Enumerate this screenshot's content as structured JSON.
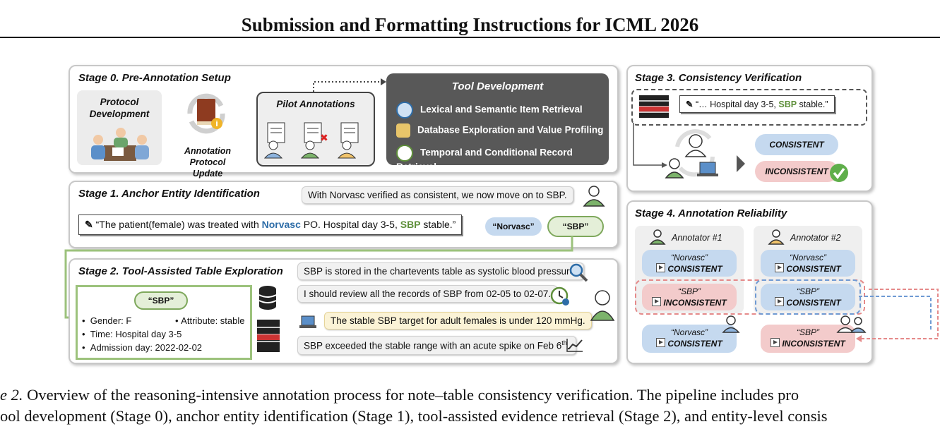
{
  "header": {
    "title": "Submission and Formatting Instructions for ICML 2026"
  },
  "stage0": {
    "title": "Stage 0. Pre-Annotation Setup",
    "protocol_dev_line1": "Protocol",
    "protocol_dev_line2": "Development",
    "protocol_update_line1": "Annotation Protocol",
    "protocol_update_line2": "Update",
    "pilot": "Pilot Annotations",
    "tool_dev": {
      "title": "Tool Development",
      "items": [
        "Lexical and Semantic Item Retrieval",
        "Database Exploration and Value Profiling",
        "Temporal and Conditional Record Retrieval"
      ]
    }
  },
  "stage1": {
    "title": "Stage 1. Anchor Entity Identification",
    "bubble": "With Norvasc verified as consistent, we now move on to SBP.",
    "note_pre": "“The patient(female) was treated with ",
    "note_norvasc": "Norvasc",
    "note_mid": " PO. Hospital day 3-5, ",
    "note_sbp": "SBP",
    "note_post": " stable.”",
    "pill_norvasc": "“Norvasc”",
    "pill_sbp": "“SBP”"
  },
  "stage2": {
    "title": "Stage 2. Tool-Assisted Table Exploration",
    "card_pill": "“SBP”",
    "gender": "Gender: F",
    "attribute": "Attribute: stable",
    "time": "Time: Hospital day 3-5",
    "admission": "Admission day: 2022-02-02",
    "bubbles": [
      "SBP is stored in the chartevents table as systolic blood pressure.",
      "I should review all the records of SBP from 02-05 to 02-07.",
      "The stable SBP target for adult females is under 120 mmHg."
    ],
    "bubble4_pre": "SBP exceeded the stable range with an acute spike on Feb 6",
    "bubble4_sup": "th",
    "bubble4_post": "."
  },
  "stage3": {
    "title": "Stage 3. Consistency Verification",
    "note_pre": "“… Hospital day 3-5, ",
    "note_sbp": "SBP",
    "note_post": " stable.”",
    "consistent": "CONSISTENT",
    "inconsistent": "INCONSISTENT"
  },
  "stage4": {
    "title": "Stage 4. Annotation Reliability",
    "annotator1": "Annotator #1",
    "annotator2": "Annotator #2",
    "a1_norvasc": "“Norvasc”",
    "a1_norvasc_res": "CONSISTENT",
    "a1_sbp": "“SBP”",
    "a1_sbp_res": "INCONSISTENT",
    "a2_norvasc": "“Norvasc”",
    "a2_norvasc_res": "CONSISTENT",
    "a2_sbp": "“SBP”",
    "a2_sbp_res": "CONSISTENT",
    "final_norvasc": "“Norvasc”",
    "final_norvasc_res": "CONSISTENT",
    "final_sbp": "“SBP”",
    "final_sbp_res": "INCONSISTENT"
  },
  "caption": {
    "line1_label": "e 2.",
    "line1_text": " Overview of the reasoning-intensive annotation process for note–table consistency verification. The pipeline includes pro",
    "line2": "ool development (Stage 0), anchor entity identification (Stage 1), tool-assisted evidence retrieval (Stage 2), and entity-level consis"
  },
  "colors": {
    "green": "#5e8f3a",
    "blue": "#2e6da8",
    "tool_bg": "#585858",
    "pill_blue": "#c5d9ef",
    "pill_red": "#f3cbcb"
  }
}
